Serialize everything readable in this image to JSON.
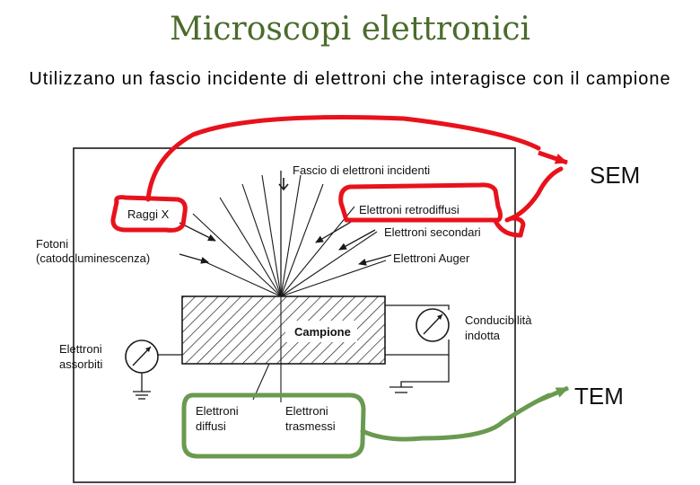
{
  "header": {
    "title": "Microscopi elettronici",
    "subtitle": "Utilizzano un fascio incidente di elettroni che interagisce con il campione"
  },
  "diagram": {
    "incident_beam": "Fascio di elettroni incidenti",
    "x_rays": "Raggi X",
    "photons": "Fotoni",
    "cathodoluminescence": "(catodoluminescenza)",
    "backscattered": "Elettroni retrodiffusi",
    "secondary": "Elettroni secondari",
    "auger": "Elettroni Auger",
    "sample": "Campione",
    "induced_conductivity_1": "Conducibilità",
    "induced_conductivity_2": "indotta",
    "absorbed_1": "Elettroni",
    "absorbed_2": "assorbiti",
    "diffused_1": "Elettroni",
    "diffused_2": "diffusi",
    "transmitted_1": "Elettroni",
    "transmitted_2": "trasmessi",
    "sem": "SEM",
    "tem": "TEM"
  },
  "colors": {
    "title": "#4a6b2c",
    "sem_highlight": "#e8121c",
    "tem_highlight": "#6a9a50",
    "ink": "#1a1a1a"
  }
}
